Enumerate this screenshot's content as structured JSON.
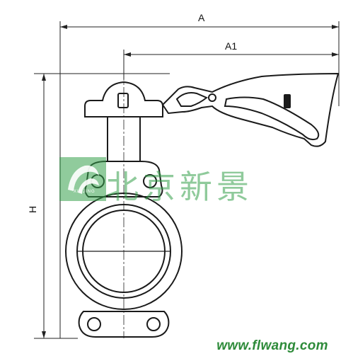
{
  "dimensions": {
    "overall_width": "A",
    "handle_width": "A1",
    "height": "H"
  },
  "watermark": {
    "chinese_text": "北京新景",
    "sub_text": "XINJING",
    "color": "#35a04a"
  },
  "footer": {
    "url": "www.flwang.com",
    "color": "#2e8b3a"
  }
}
